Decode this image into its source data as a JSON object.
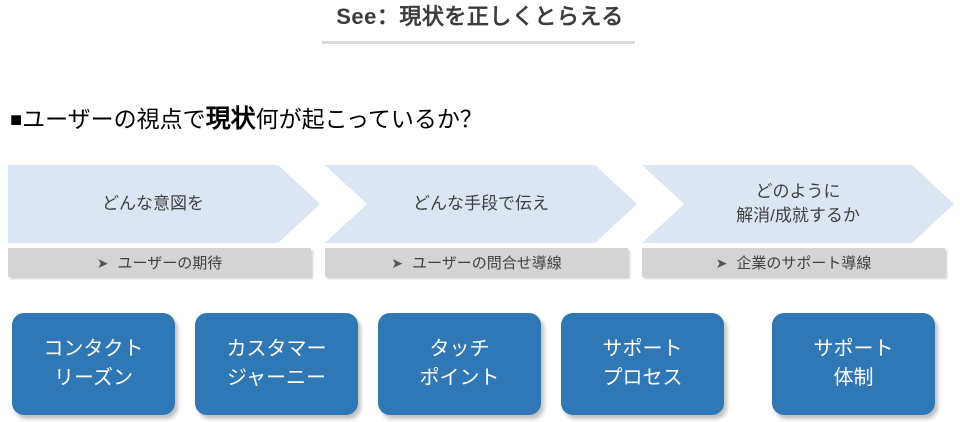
{
  "slide": {
    "title": "See：現状を正しくとらえる",
    "subtitle": {
      "bullet": "■",
      "lead": "ユーザーの視点で",
      "emphasis": "現状",
      "tail": "何が起こっているか？"
    }
  },
  "chevrons": [
    {
      "label": "どんな意図を"
    },
    {
      "label": "どんな手段で伝え"
    },
    {
      "label": "どのように\n解消/成就するか"
    }
  ],
  "bars": [
    {
      "marker": "➤",
      "label": "ユーザーの期待"
    },
    {
      "marker": "➤",
      "label": "ユーザーの問合せ導線"
    },
    {
      "marker": "➤",
      "label": "企業のサポート導線"
    }
  ],
  "cards": [
    {
      "label": "コンタクト\nリーズン"
    },
    {
      "label": "カスタマー\nジャーニー"
    },
    {
      "label": "タッチ\nポイント"
    },
    {
      "label": "サポート\nプロセス"
    },
    {
      "label": "サポート\n体制"
    }
  ],
  "colors": {
    "card_blue": "#3077b5",
    "chevron_blue": "#dce6f2",
    "bar_gray": "#d4d4d4",
    "rule_gray": "#dcdcdc",
    "title_text": "#3c3c3c"
  }
}
